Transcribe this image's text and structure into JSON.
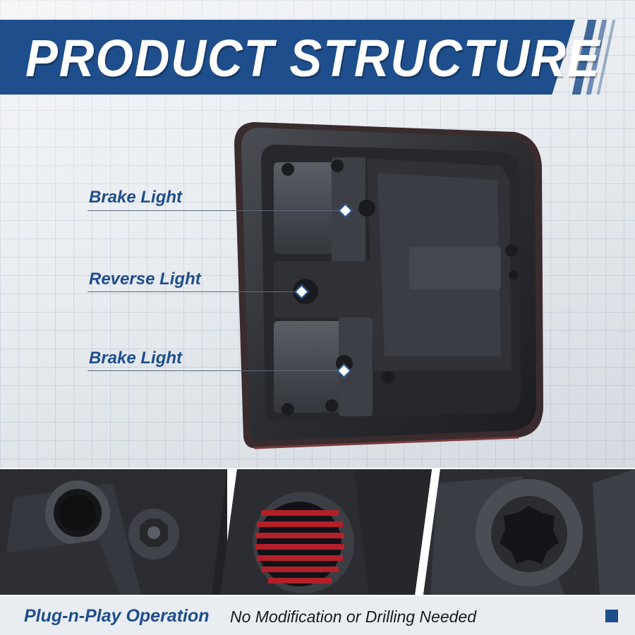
{
  "header": {
    "title": "PRODUCT STRUCTURE"
  },
  "callouts": [
    {
      "label": "Brake Light"
    },
    {
      "label": "Reverse Light"
    },
    {
      "label": "Brake Light"
    }
  ],
  "footer": {
    "highlight": "Plug-n-Play Operation",
    "text": "No Modification or Drilling Needed"
  },
  "colors": {
    "brand_blue": "#1f4e8c",
    "housing_dark": "#2b2d31",
    "lens_red": "#b3202a"
  },
  "icons": {
    "callout_marker": "diamond-marker-icon",
    "footer_marker": "square-bullet-icon"
  }
}
